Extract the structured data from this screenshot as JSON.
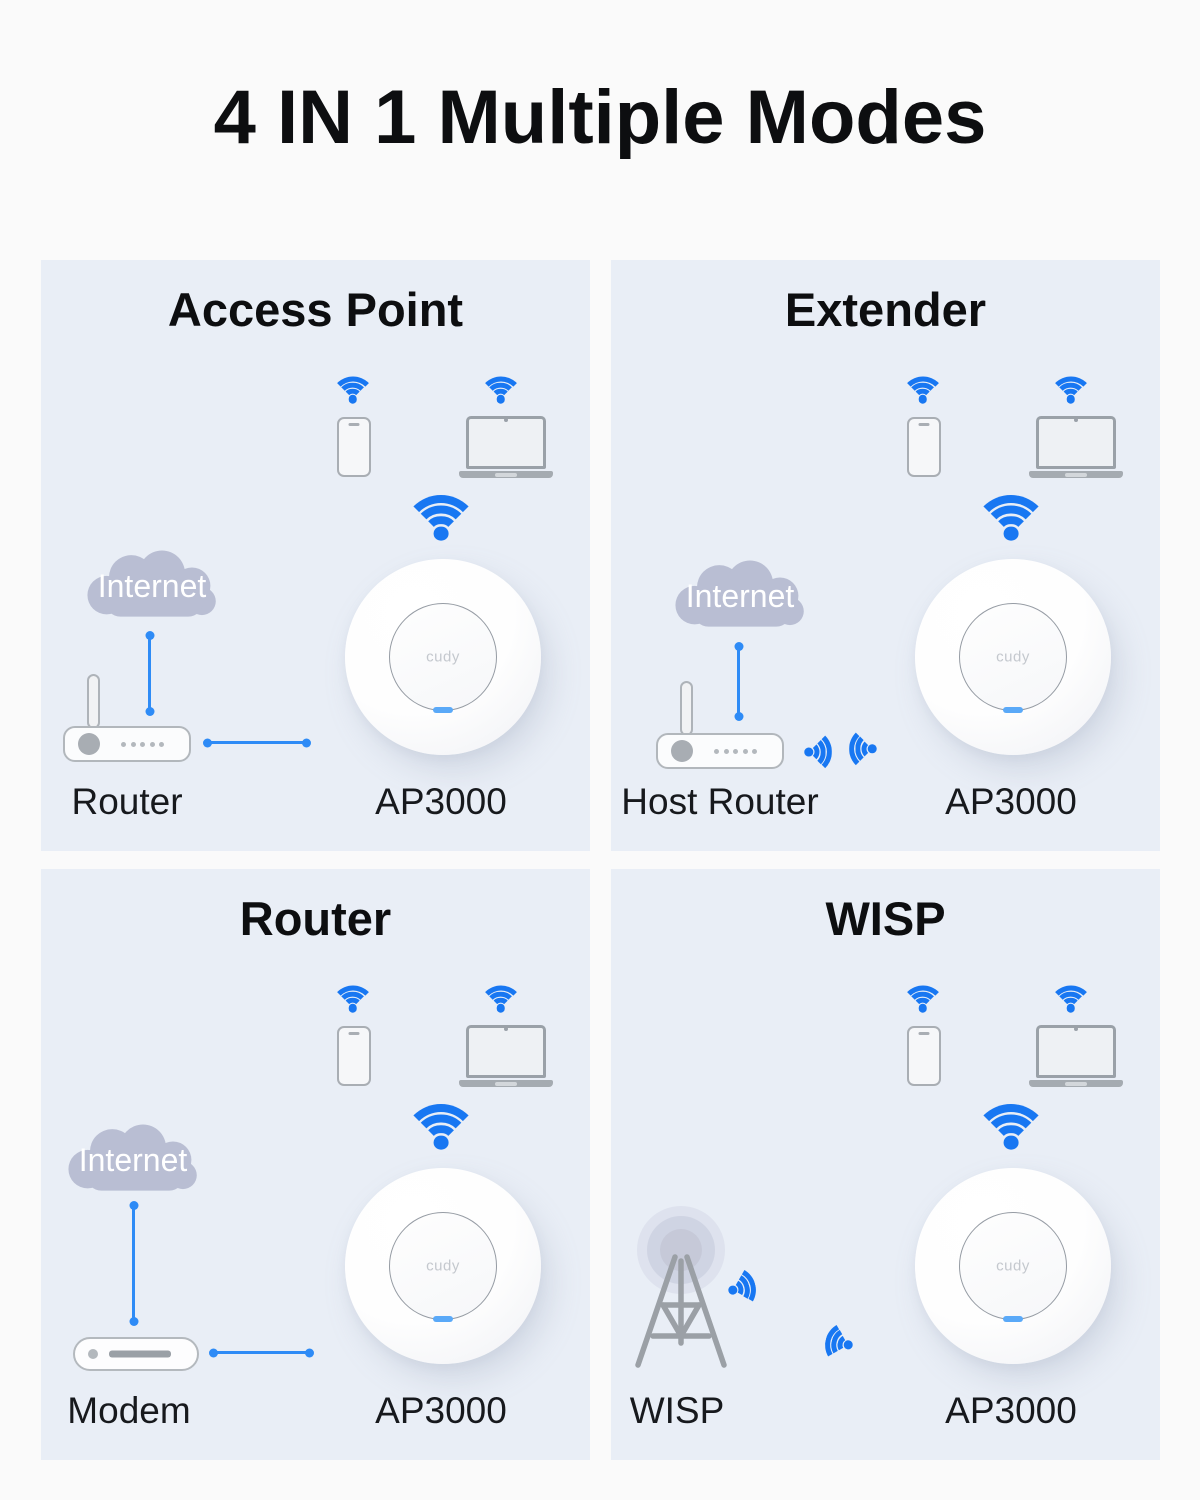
{
  "page": {
    "title": "4 IN 1 Multiple Modes"
  },
  "cloud": {
    "label": "Internet"
  },
  "ap": {
    "brand": "cudy",
    "model": "AP3000"
  },
  "colors": {
    "page_bg": "#fafafa",
    "panel_bg": "#e9eef6",
    "wifi_blue": "#1877f2",
    "connector_blue": "#2e8bf6",
    "cloud_fill": "#b9bed3",
    "cloud_text": "#ffffff",
    "title_color": "#0d0e10",
    "label_color": "#17191d",
    "led_blue": "#5aa9f8"
  },
  "icons": {
    "wifi": "wifi-icon (blue dot with three arcs)",
    "wireless_link": "wifi-signal-icon (rotated dot-and-arcs)",
    "smartphone": "smartphone-icon (gray outline)",
    "laptop": "laptop-icon (gray outline)",
    "internet_cloud": "internet-cloud-icon (gray cloud)",
    "wireless_router": "wireless-router-icon (box with antenna, dot and 5 leds)",
    "modem": "modem-icon (flat box with dot and bar)",
    "radio_tower": "radio-tower-icon (lattice mast with radiating halo)",
    "access_point": "ap3000-device (white round ceiling AP with cudy logo and blue led)"
  },
  "panels": [
    {
      "id": "access-point",
      "title": "Access Point",
      "left_label": "Router",
      "right_label": "AP3000",
      "left_device": "wireless-router",
      "uplink": "wired"
    },
    {
      "id": "extender",
      "title": "Extender",
      "left_label": "Host Router",
      "right_label": "AP3000",
      "left_device": "wireless-router",
      "uplink": "wireless"
    },
    {
      "id": "router",
      "title": "Router",
      "left_label": "Modem",
      "right_label": "AP3000",
      "left_device": "modem",
      "uplink": "wired"
    },
    {
      "id": "wisp",
      "title": "WISP",
      "left_label": "WISP",
      "right_label": "AP3000",
      "left_device": "radio-tower",
      "uplink": "wireless"
    }
  ]
}
